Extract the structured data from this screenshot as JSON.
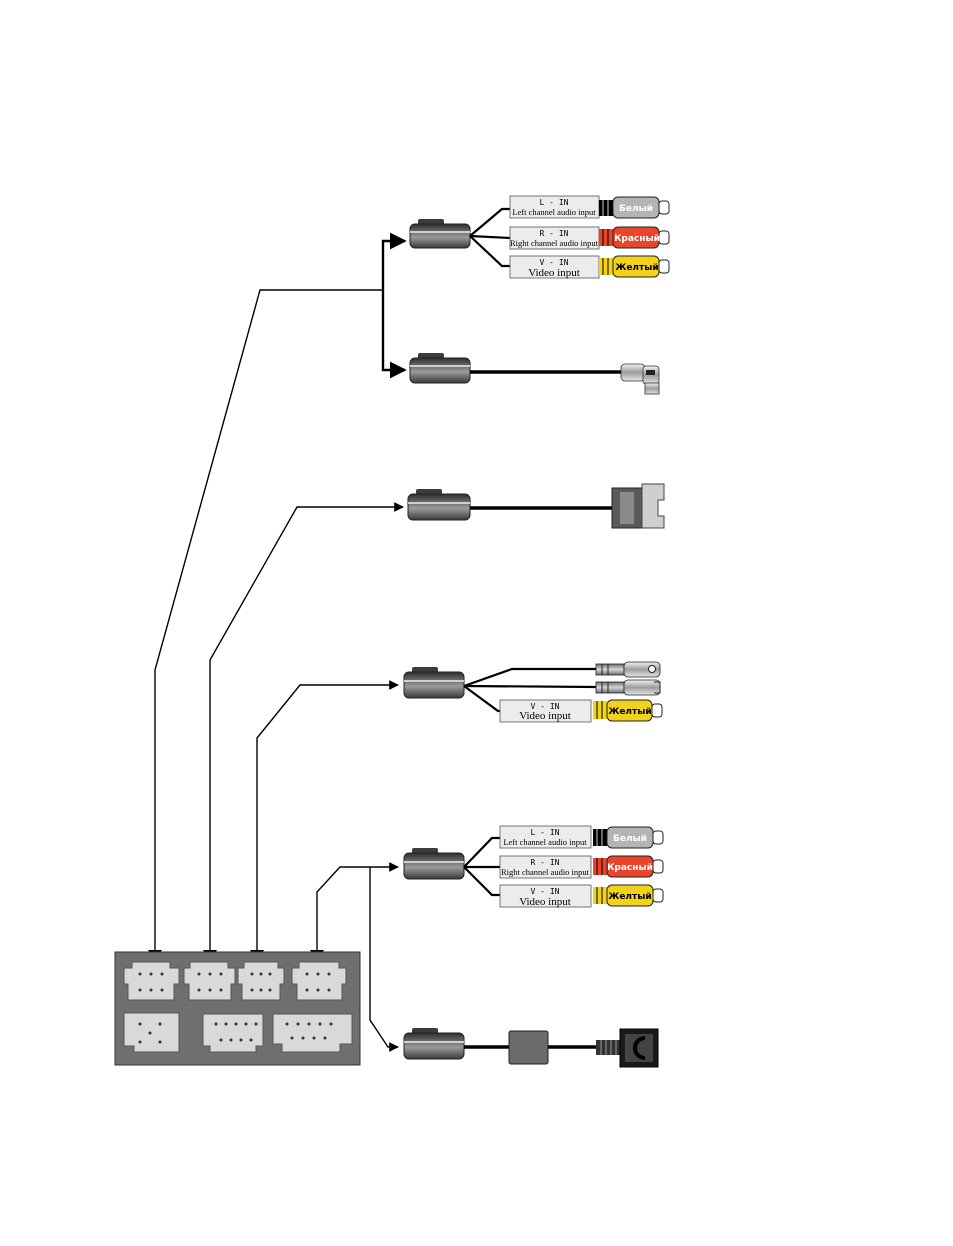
{
  "colors": {
    "white_plug": "#b4b4b4",
    "red_plug": "#e8452a",
    "yellow_plug": "#f2d21b",
    "label_bg": "#ececec",
    "connector_block": "#6f6f6f",
    "socket": "#d9d9d9",
    "wire": "#000000",
    "housing": "#4a4a4a"
  },
  "labels": {
    "l_in": "L - IN",
    "l_in_desc": "Left channel audio input",
    "r_in": "R - IN",
    "r_in_desc": "Right channel audio input",
    "v_in": "V - IN",
    "v_in_desc": "Video input",
    "white": "Белый",
    "red": "Красный",
    "yellow": "Желтый"
  },
  "icons": {
    "harness_connector": "harness-connector-icon",
    "rca_plug": "rca-plug-icon",
    "angled_plug": "angled-plug-icon",
    "square_plug": "square-plug-icon",
    "din_plug": "din-plug-icon",
    "multipin_plug": "multipin-plug-icon",
    "ferrite_filter": "ferrite-filter-icon",
    "connector_block": "connector-block-icon"
  }
}
